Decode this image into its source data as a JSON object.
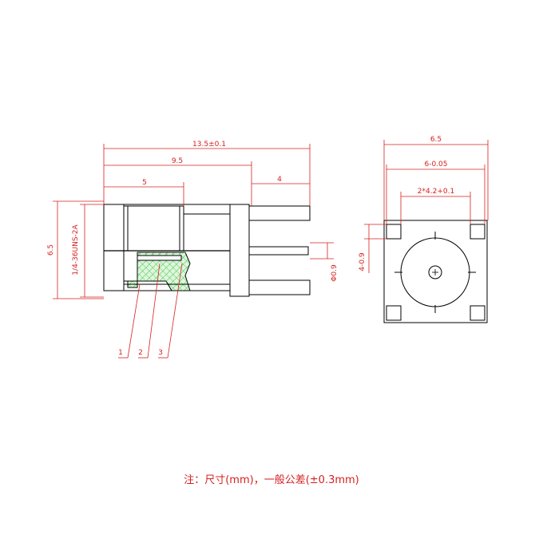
{
  "side_view": {
    "dims": {
      "overall_length": "13.5±0.1",
      "body_length": "9.5",
      "pin_length": "4",
      "thread_length": "5",
      "height": "6.5",
      "thread_spec": "1/4-36UNS-2A",
      "pin_diameter": "Φ0.9"
    },
    "callouts": [
      "1",
      "2",
      "3"
    ]
  },
  "top_view": {
    "dims": {
      "width": "6.5",
      "pin_pitch": "6-0.05",
      "inner_pitch": "2*4.2+0.1",
      "pin_size": "4-0.9"
    }
  },
  "note": "注：尺寸(mm)，一般公差(±0.3mm)",
  "colors": {
    "dimension": "#d62020",
    "outline": "#000000",
    "hatch": "#3cc83c",
    "hatch_fill": "#dff5df"
  }
}
